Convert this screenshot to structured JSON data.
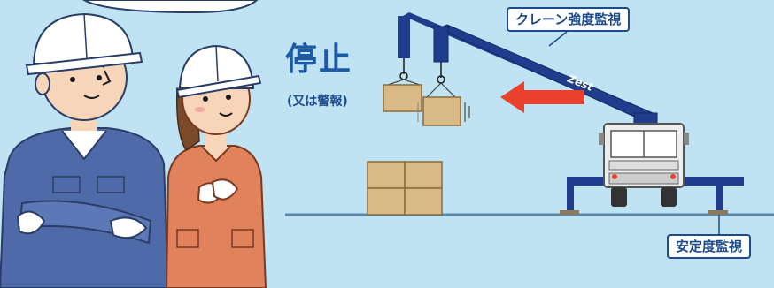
{
  "labels": {
    "crane_strength": "クレーン強度監視",
    "stability": "安定度監視"
  },
  "stop": {
    "title": "停止",
    "subtitle": "(又は警報)"
  },
  "truck": {
    "brand": "Zest"
  },
  "colors": {
    "background": "#bfe3f3",
    "boom": "#1f3d8c",
    "boom_dark": "#102a66",
    "arrow": "#e8412e",
    "box": "#d9b985",
    "box_edge": "#8a6a3a",
    "worker_left_uniform": "#4f6aa8",
    "worker_right_uniform": "#e0825c",
    "label_border": "#1c4a8c"
  },
  "icons": [
    "helmet-icon",
    "warning-arrow-icon",
    "crane-truck-icon",
    "cargo-box-icon"
  ]
}
